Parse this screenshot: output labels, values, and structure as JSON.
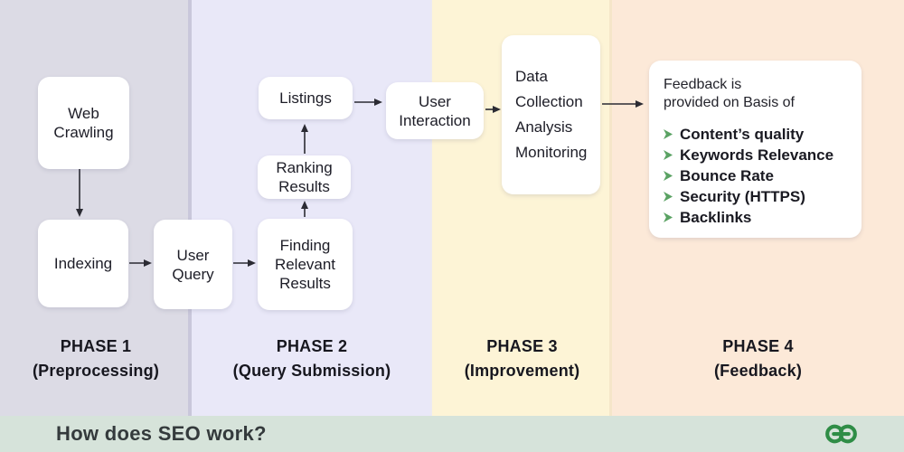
{
  "footer": {
    "title": "How does SEO work?",
    "logo_name": "geeksforgeeks-logo"
  },
  "colors": {
    "phase1_bg": "#dcdbe5",
    "phase2_bg": "#e9e8f8",
    "phase3_bg": "#fdf4d6",
    "phase4_bg": "#fce9d8",
    "footer_bg": "#d6e3da",
    "bullet_green": "#5aa263",
    "logo_green": "#2f8d46",
    "arrow_color": "#2b2b33"
  },
  "phases": [
    {
      "label_line1": "PHASE 1",
      "label_line2": "(Preprocessing)"
    },
    {
      "label_line1": "PHASE 2",
      "label_line2": "(Query Submission)"
    },
    {
      "label_line1": "PHASE 3",
      "label_line2": "(Improvement)"
    },
    {
      "label_line1": "PHASE 4",
      "label_line2": "(Feedback)"
    }
  ],
  "nodes": {
    "web_crawling": "Web Crawling",
    "indexing": "Indexing",
    "user_query": "User Query",
    "finding_relevant_results": "Finding Relevant Results",
    "ranking_results": "Ranking Results",
    "listings": "Listings",
    "user_interaction": "User Interaction",
    "data_collection": "Data\nCollection\nAnalysis\nMonitoring"
  },
  "feedback": {
    "intro": "Feedback is\nprovided on  Basis of",
    "items": [
      "Content’s quality",
      "Keywords Relevance",
      "Bounce Rate",
      "Security (HTTPS)",
      "Backlinks"
    ]
  }
}
